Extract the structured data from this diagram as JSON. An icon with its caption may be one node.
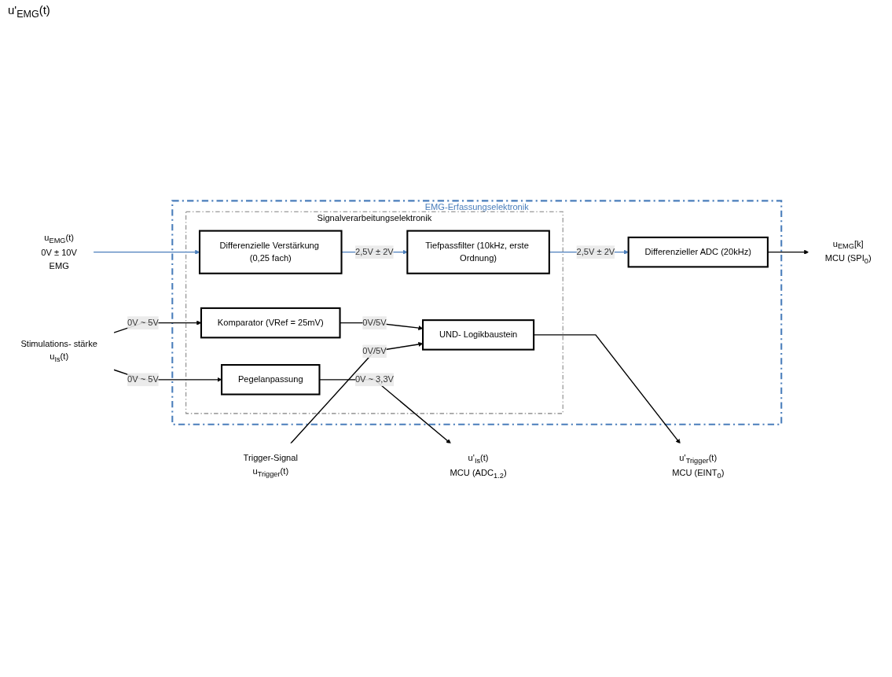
{
  "diagram": {
    "nodes": [
      {
        "text": [
          "EMG-Erfassungselektronik"
        ]
      },
      {
        "text": [
          "Signalverarbeitungselektronik"
        ],
        "in": 0
      },
      {
        "text": [
          "Differenzielle Verstärkung (0,25 fach)"
        ],
        "in": 1
      },
      {
        "text": [
          "Tiefpassfilter (10kHz, erste Ordnung)"
        ],
        "in": 1
      },
      {
        "text": [
          "Differenzieller ADC (20kHz)"
        ],
        "in": 0
      },
      {
        "text": [
          "Pegelanpassung"
        ],
        "in": 1
      },
      {
        "text": [
          "Komparator (VRef = 25mV)"
        ],
        "in": 1
      },
      {
        "text": [
          "UND- Logikbaustein"
        ],
        "in": 1
      },
      {
        "text": [
          "u$_{EMG}$(t)",
          "0V ± 10V",
          "EMG"
        ]
      },
      {
        "text": [
          "u$_{EMG}$[k]",
          "MCU (SPI$_{0}$)"
        ]
      },
      {
        "text": [
          "Stimulations- stärke",
          "u$_{Is}$(t)"
        ]
      },
      {
        "text": [
          "Trigger-Signal",
          "u$_{Trigger}$(t)"
        ]
      },
      {
        "text": [
          "u'$_{Is}$(t)",
          "MCU (ADC$_{1.2}$)"
        ]
      },
      {
        "text": [
          "u'$_{Trigger}$(t)",
          "MCU (EINT$_{0}$)"
        ]
      }
    ],
    "edges": [
      {
        "from": 8,
        "to": 2,
        "arrow": "to",
        "color": "#4a7ebb"
      },
      {
        "from": 2,
        "to": 3,
        "arrow": "to",
        "label": "2,5V ± 2V",
        "color": "#4a7ebb"
      },
      {
        "from": 3,
        "to": 4,
        "arrow": "to",
        "label": "2,5V ± 2V",
        "color": "#4a7ebb"
      },
      {
        "from": 4,
        "to": 9,
        "arrow": "to"
      },
      {
        "from": 10,
        "to": 5,
        "arrow": "to",
        "label": "0V ~ 5V"
      },
      {
        "from": 10,
        "to": 6,
        "arrow": "to",
        "label": "0V ~ 5V"
      },
      {
        "from": 5,
        "to": 12,
        "arrow": "to",
        "label": "0V ~ 3,3V"
      },
      {
        "from": 6,
        "to": 7,
        "arrow": "to",
        "label": "0V/5V"
      },
      {
        "from": 11,
        "to": 7,
        "arrow": "to",
        "label": "0V/5V"
      },
      {
        "from": 7,
        "to": 13,
        "arrow": "to"
      }
    ],
    "labels": [
      "u'$_{EMG}$(t)"
    ]
  }
}
